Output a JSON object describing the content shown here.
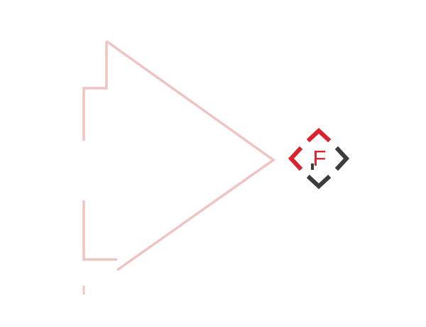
{
  "logo": {
    "letter": "F",
    "name": "f-arrows-logo"
  },
  "colors": {
    "background": "#ffffff",
    "outline": "#f0c3c3",
    "brand_red": "#d9232e",
    "brand_dark": "#3c3c3c"
  },
  "icons": [
    "triangle-outline-shape",
    "f-arrows-logo-icon"
  ]
}
